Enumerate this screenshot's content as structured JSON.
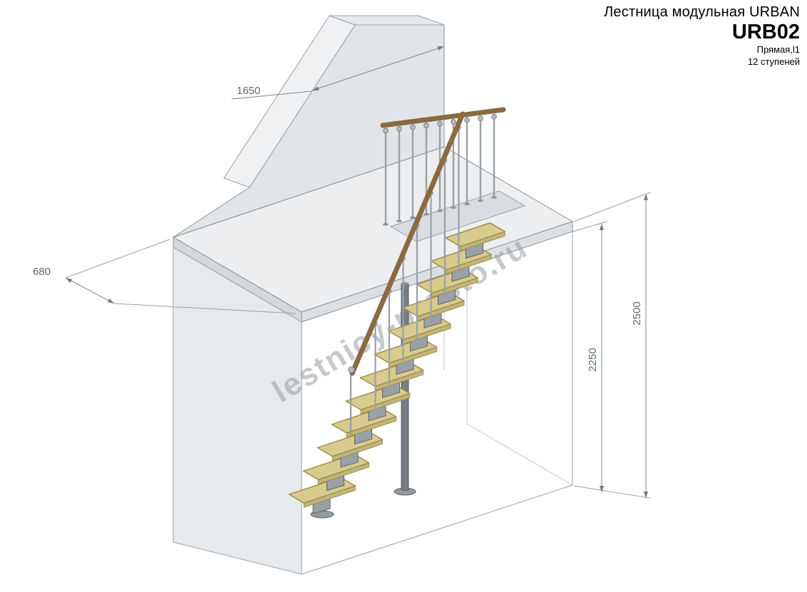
{
  "header": {
    "title": "Лестница модульная URBAN",
    "model": "URB02",
    "type_line": "Прямая,l1",
    "steps_line": "12 ступеней"
  },
  "dimensions": {
    "wall_top_width": "1650",
    "ledge_depth": "680",
    "clear_height": "2250",
    "total_height": "2500"
  },
  "watermark": {
    "text": "lestnicy-prosto.ru"
  },
  "drawing": {
    "step_count": 12,
    "colors": {
      "tread": "#d8cb8d",
      "tread_edge": "#c3b577",
      "handrail": "#8a6a3f",
      "metal": "#99a0a6",
      "metal_dark": "#5f666c",
      "wall": "#e2e5e8",
      "slab": "#eceef0",
      "dimension": "#7f868d"
    }
  }
}
